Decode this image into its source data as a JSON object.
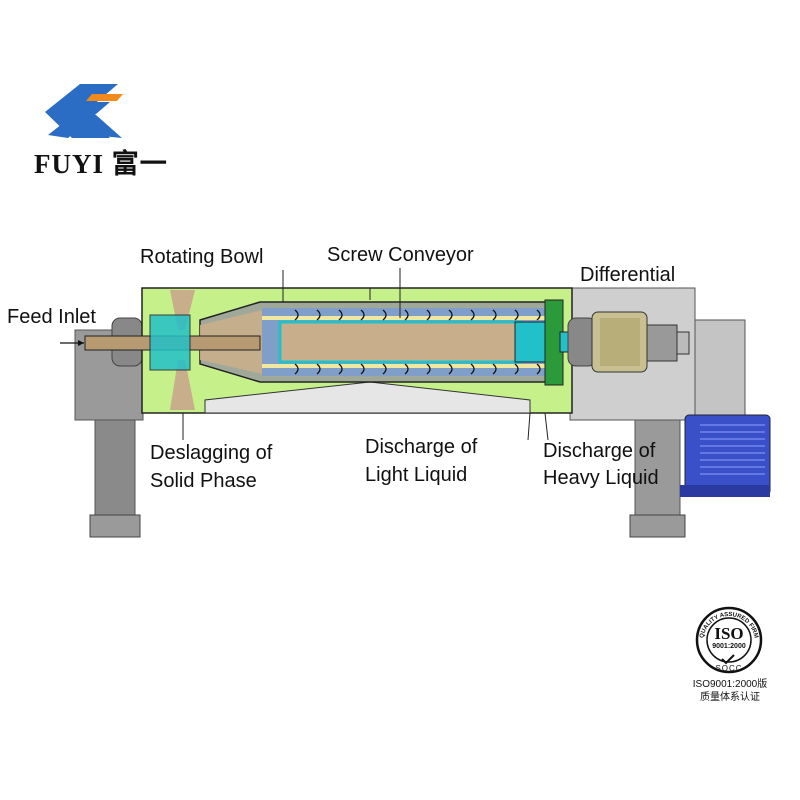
{
  "logo": {
    "brand_text": "FUYI 富一",
    "colors": {
      "blue": "#2b6cc4",
      "orange": "#f08a1c"
    }
  },
  "labels": {
    "rotating_bowl": "Rotating Bowl",
    "screw_conveyor": "Screw Conveyor",
    "differential": "Differential",
    "feed_inlet": "Feed Inlet",
    "deslagging_1": "Deslagging of",
    "deslagging_2": "Solid Phase",
    "light_1": "Discharge of",
    "light_2": "Light Liquid",
    "heavy_1": "Discharge of",
    "heavy_2": "Heavy Liquid"
  },
  "certification": {
    "ring_text": "QUALITY ASSURED FIRM",
    "iso": "ISO",
    "standard": "9001:2000",
    "sqcc": "SQCC",
    "caption_1": "ISO9001:2000版",
    "caption_2": "质量体系认证"
  },
  "colors": {
    "housing": "#c6f08a",
    "frame": "#b8b8b8",
    "teal": "#22c0c8",
    "screw": "#7f9fc8",
    "sediment": "#c8ae8a",
    "motor": "#3a50c8"
  }
}
